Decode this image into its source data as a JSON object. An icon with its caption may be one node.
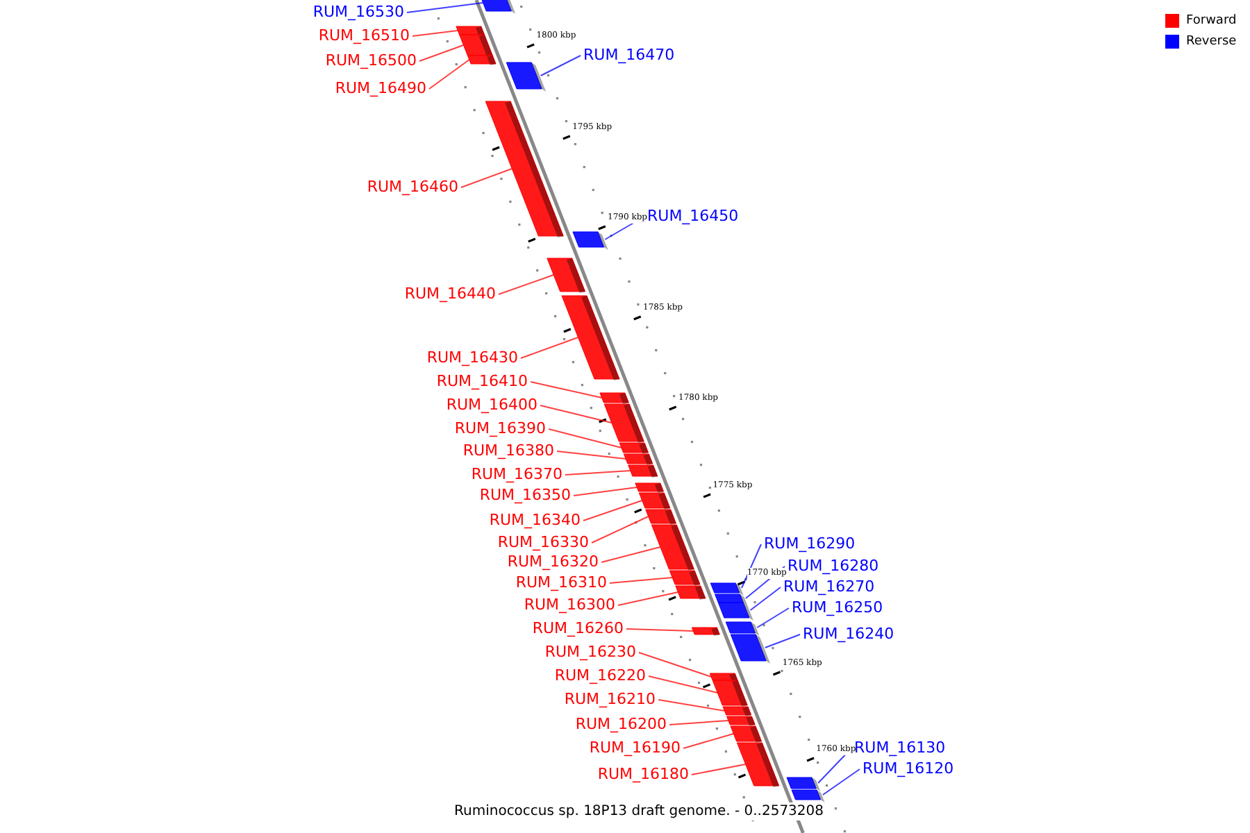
{
  "diagram": {
    "caption": "Ruminococcus sp. 18P13 draft genome. - 0..2573208",
    "nodes": [
      {
        "text": [
          "RUM_16530"
        ]
      },
      {
        "text": [],
        "shape": "bar"
      },
      {
        "text": [
          "RUM_16510"
        ]
      },
      {
        "text": [],
        "shape": "bar"
      },
      {
        "text": [
          "RUM_16470"
        ]
      },
      {
        "text": [],
        "shape": "bar"
      },
      {
        "text": [
          "RUM_16500"
        ]
      },
      {
        "text": [],
        "shape": "bar"
      },
      {
        "text": [
          "RUM_16490"
        ]
      },
      {
        "text": [],
        "shape": "bar"
      },
      {
        "text": [
          "RUM_16460"
        ]
      },
      {
        "text": [],
        "shape": "bar"
      },
      {
        "text": [
          "RUM_16450"
        ]
      },
      {
        "text": [],
        "shape": "bar"
      },
      {
        "text": [
          "RUM_16440"
        ]
      },
      {
        "text": [],
        "shape": "bar"
      },
      {
        "text": [
          "RUM_16430"
        ]
      },
      {
        "text": [],
        "shape": "bar"
      },
      {
        "text": [
          "RUM_16410"
        ]
      },
      {
        "text": [],
        "shape": "bar"
      },
      {
        "text": [
          "RUM_16400"
        ]
      },
      {
        "text": [],
        "shape": "bar"
      },
      {
        "text": [
          "RUM_16390"
        ]
      },
      {
        "text": [],
        "shape": "bar"
      },
      {
        "text": [
          "RUM_16380"
        ]
      },
      {
        "text": [],
        "shape": "bar"
      },
      {
        "text": [
          "RUM_16370"
        ]
      },
      {
        "text": [],
        "shape": "bar"
      },
      {
        "text": [
          "RUM_16350"
        ]
      },
      {
        "text": [],
        "shape": "bar"
      },
      {
        "text": [
          "RUM_16340"
        ]
      },
      {
        "text": [],
        "shape": "bar"
      },
      {
        "text": [
          "RUM_16330"
        ]
      },
      {
        "text": [],
        "shape": "bar"
      },
      {
        "text": [
          "RUM_16290"
        ]
      },
      {
        "text": [],
        "shape": "bar"
      },
      {
        "text": [
          "RUM_16320"
        ]
      },
      {
        "text": [],
        "shape": "bar"
      },
      {
        "text": [
          "RUM_16280"
        ]
      },
      {
        "text": [],
        "shape": "bar"
      },
      {
        "text": [
          "RUM_16310"
        ]
      },
      {
        "text": [],
        "shape": "bar"
      },
      {
        "text": [
          "RUM_16270"
        ]
      },
      {
        "text": [],
        "shape": "bar"
      },
      {
        "text": [
          "RUM_16300"
        ]
      },
      {
        "text": [],
        "shape": "bar"
      },
      {
        "text": [
          "RUM_16250"
        ]
      },
      {
        "text": [],
        "shape": "bar"
      },
      {
        "text": [
          "RUM_16260"
        ]
      },
      {
        "text": [],
        "shape": "bar"
      },
      {
        "text": [
          "RUM_16240"
        ]
      },
      {
        "text": [],
        "shape": "bar"
      },
      {
        "text": [
          "RUM_16230"
        ]
      },
      {
        "text": [],
        "shape": "bar"
      },
      {
        "text": [
          "RUM_16220"
        ]
      },
      {
        "text": [],
        "shape": "bar"
      },
      {
        "text": [
          "RUM_16210"
        ]
      },
      {
        "text": [],
        "shape": "bar"
      },
      {
        "text": [
          "RUM_16200"
        ]
      },
      {
        "text": [],
        "shape": "bar"
      },
      {
        "text": [
          "RUM_16130"
        ]
      },
      {
        "text": [],
        "shape": "bar"
      },
      {
        "text": [
          "RUM_16190"
        ]
      },
      {
        "text": [],
        "shape": "bar"
      },
      {
        "text": [
          "RUM_16120"
        ]
      },
      {
        "text": [],
        "shape": "bar"
      },
      {
        "text": [
          "RUM_16180"
        ]
      },
      {
        "text": [],
        "shape": "bar"
      }
    ],
    "edges": [
      {
        "from": 0,
        "to": 1,
        "arrow": "none",
        "color": "#0000ff"
      },
      {
        "from": 2,
        "to": 3,
        "arrow": "none"
      },
      {
        "from": 4,
        "to": 5,
        "arrow": "none",
        "color": "#0000ff"
      },
      {
        "from": 6,
        "to": 7,
        "arrow": "none"
      },
      {
        "from": 8,
        "to": 9,
        "arrow": "none"
      },
      {
        "from": 10,
        "to": 11,
        "arrow": "none"
      },
      {
        "from": 12,
        "to": 13,
        "arrow": "none",
        "color": "#0000ff"
      },
      {
        "from": 14,
        "to": 15,
        "arrow": "none"
      },
      {
        "from": 16,
        "to": 17,
        "arrow": "none"
      },
      {
        "from": 18,
        "to": 19,
        "arrow": "none"
      },
      {
        "from": 20,
        "to": 21,
        "arrow": "none"
      },
      {
        "from": 22,
        "to": 23,
        "arrow": "none"
      },
      {
        "from": 24,
        "to": 25,
        "arrow": "none"
      },
      {
        "from": 26,
        "to": 27,
        "arrow": "none"
      },
      {
        "from": 28,
        "to": 29,
        "arrow": "none"
      },
      {
        "from": 30,
        "to": 31,
        "arrow": "none"
      },
      {
        "from": 32,
        "to": 33,
        "arrow": "none"
      },
      {
        "from": 34,
        "to": 35,
        "arrow": "none",
        "color": "#0000ff"
      },
      {
        "from": 36,
        "to": 37,
        "arrow": "none"
      },
      {
        "from": 38,
        "to": 39,
        "arrow": "none",
        "color": "#0000ff"
      },
      {
        "from": 40,
        "to": 41,
        "arrow": "none"
      },
      {
        "from": 42,
        "to": 43,
        "arrow": "none",
        "color": "#0000ff"
      },
      {
        "from": 44,
        "to": 45,
        "arrow": "none"
      },
      {
        "from": 46,
        "to": 47,
        "arrow": "none",
        "color": "#0000ff"
      },
      {
        "from": 48,
        "to": 49,
        "arrow": "none"
      },
      {
        "from": 50,
        "to": 51,
        "arrow": "none",
        "color": "#0000ff"
      },
      {
        "from": 52,
        "to": 53,
        "arrow": "none"
      },
      {
        "from": 54,
        "to": 55,
        "arrow": "none"
      },
      {
        "from": 56,
        "to": 57,
        "arrow": "none"
      },
      {
        "from": 58,
        "to": 59,
        "arrow": "none"
      },
      {
        "from": 60,
        "to": 61,
        "arrow": "none",
        "color": "#0000ff"
      },
      {
        "from": 62,
        "to": 63,
        "arrow": "none"
      },
      {
        "from": 64,
        "to": 65,
        "arrow": "none",
        "color": "#0000ff"
      },
      {
        "from": 66,
        "to": 67,
        "arrow": "none"
      }
    ],
    "labels": [
      "1800 kbp",
      "1795 kbp",
      "1790 kbp",
      "1785 kbp",
      "1780 kbp",
      "1775 kbp",
      "1770 kbp",
      "1765 kbp",
      "1760 kbp"
    ],
    "legend": [
      {
        "text": "Forward",
        "color": "#ff0000"
      },
      {
        "text": "Reverse",
        "color": "#0000ff"
      }
    ]
  }
}
